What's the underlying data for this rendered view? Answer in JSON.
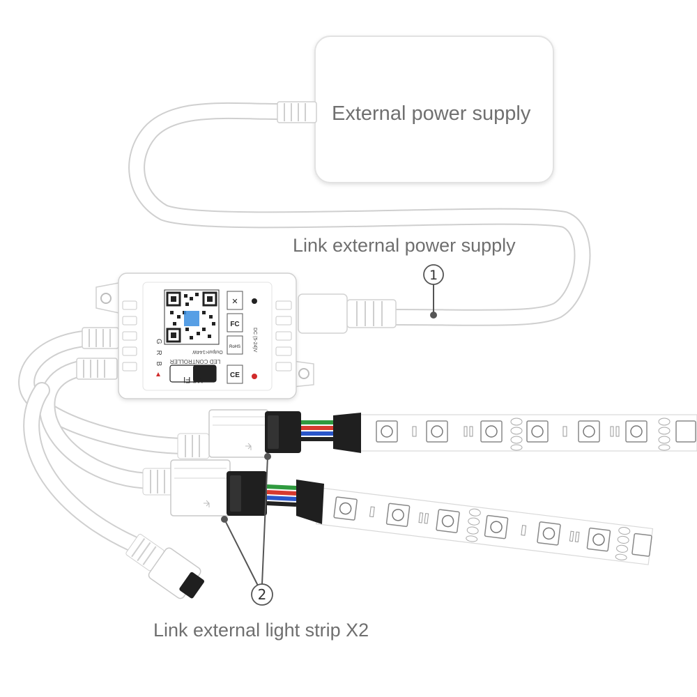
{
  "labels": {
    "power_supply": "External power supply",
    "link_power_supply": "Link external power supply",
    "link_light_strip": "Link external light strip X2"
  },
  "callouts": {
    "one": "1",
    "two": "2"
  },
  "controller": {
    "channel_letters": "G R B",
    "wifi_mark": "Wi Fi",
    "led_controller_text": "LED CONTROLLER",
    "output_text": "Output<144W",
    "dc_text": "DC (5-24)V",
    "fcc_mark": "FC",
    "ce_mark": "CE",
    "rohs_mark": "RoHS"
  },
  "colors": {
    "rgb_wires": [
      "#2f9a3f",
      "#d63a2f",
      "#2a56c9"
    ],
    "device_white": "#ffffff",
    "outline": "#cfcfcf",
    "text_gray": "#6f6f6f"
  }
}
